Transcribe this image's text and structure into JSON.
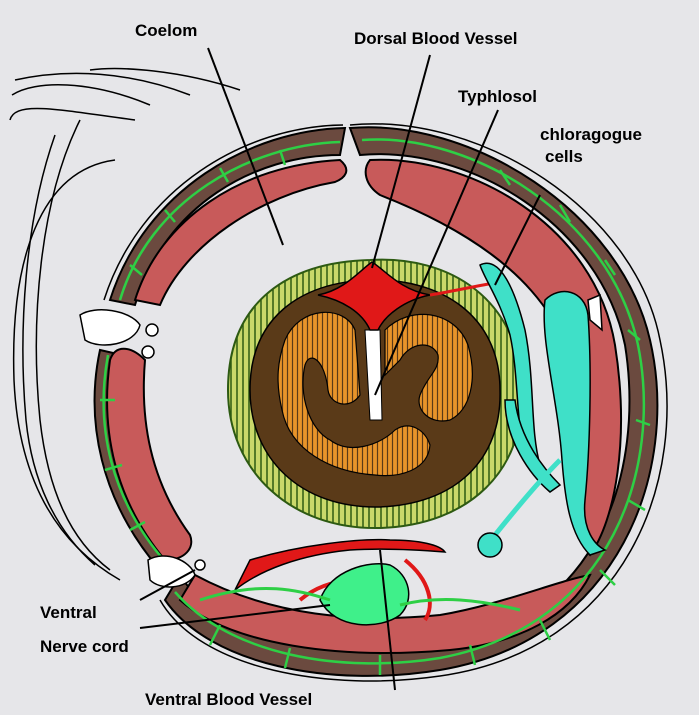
{
  "labels": {
    "coelom": "Coelom",
    "dorsal_blood_vessel": "Dorsal Blood Vessel",
    "typhlosol": "Typhlosol",
    "chloragogue_line1": "chloragogue",
    "chloragogue_line2": "cells",
    "ventral_nerve_line1": "Ventral",
    "ventral_nerve_line2": "Nerve cord",
    "ventral_blood_vessel": "Ventral Blood Vessel"
  },
  "colors": {
    "background": "#e6e6e9",
    "muscle": "#c85a5a",
    "body_wall": "#6b4a3f",
    "blood_vessel": "#e01818",
    "capillary": "#2ecf45",
    "intestine": "#5a3a18",
    "intestine_lining": "#e8942a",
    "chloragogue": "#3fe0c8",
    "nerve_cord": "#3ff08a"
  }
}
